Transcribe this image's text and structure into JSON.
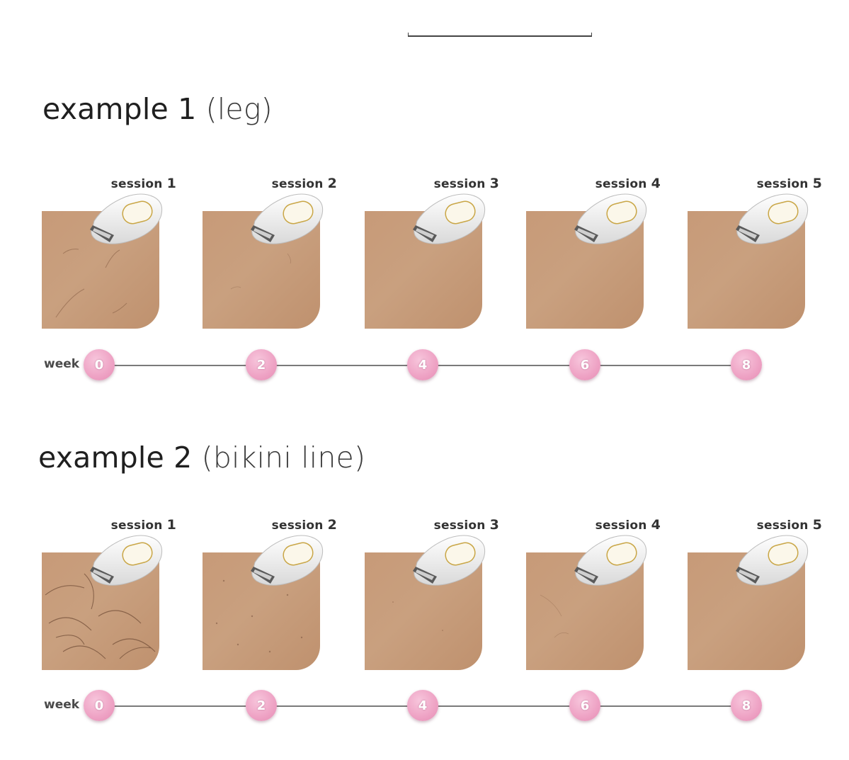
{
  "examples": [
    {
      "title_main": "example 1",
      "title_sub": "(leg)",
      "sessions": [
        {
          "label": "session",
          "num": "1"
        },
        {
          "label": "session",
          "num": "2"
        },
        {
          "label": "session",
          "num": "3"
        },
        {
          "label": "session",
          "num": "4"
        },
        {
          "label": "session",
          "num": "5"
        }
      ],
      "week_label": "week",
      "weeks": [
        "0",
        "2",
        "4",
        "6",
        "8"
      ]
    },
    {
      "title_main": "example 2",
      "title_sub": "(bikini line)",
      "sessions": [
        {
          "label": "session",
          "num": "1"
        },
        {
          "label": "session",
          "num": "2"
        },
        {
          "label": "session",
          "num": "3"
        },
        {
          "label": "session",
          "num": "4"
        },
        {
          "label": "session",
          "num": "5"
        }
      ],
      "week_label": "week",
      "weeks": [
        "0",
        "2",
        "4",
        "6",
        "8"
      ]
    }
  ],
  "colors": {
    "skin": "#c79a78",
    "week_dot": "#eea2c4",
    "device_accent": "#c9a646"
  }
}
